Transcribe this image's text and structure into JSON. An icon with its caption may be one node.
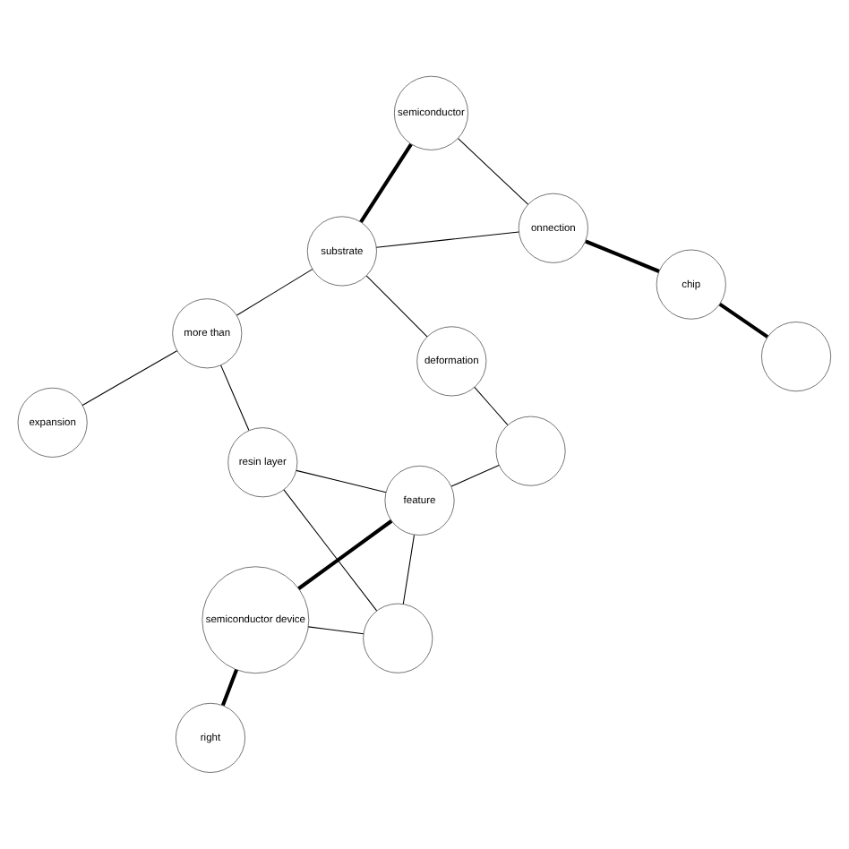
{
  "diagram": {
    "nodes": [
      {
        "text": [
          "substrate"
        ]
      },
      {
        "text": [
          "deformation"
        ]
      },
      {
        "text": [
          "right"
        ]
      },
      {
        "text": [
          "onnection"
        ]
      },
      {
        "text": [
          "semiconductor device"
        ]
      },
      {
        "text": [
          "semiconductor"
        ]
      },
      {
        "text": [],
        "shape": "circle"
      },
      {
        "text": [],
        "shape": "circle"
      },
      {
        "text": [
          "expansion"
        ]
      },
      {
        "text": [
          "feature"
        ]
      },
      {
        "text": [],
        "shape": "circle"
      },
      {
        "text": [
          "chip"
        ]
      },
      {
        "text": [
          "more than"
        ]
      },
      {
        "text": [
          "resin layer"
        ]
      }
    ],
    "edges": [
      {
        "from": 0,
        "to": 1,
        "arrow": "none"
      },
      {
        "from": 0,
        "to": 3,
        "arrow": "none"
      },
      {
        "from": 0,
        "to": 5,
        "arrow": "none",
        "style": "thick"
      },
      {
        "from": 0,
        "to": 12,
        "arrow": "none"
      },
      {
        "from": 3,
        "to": 5,
        "arrow": "none"
      },
      {
        "from": 3,
        "to": 11,
        "arrow": "none",
        "style": "thick"
      },
      {
        "from": 7,
        "to": 11,
        "arrow": "none",
        "style": "thick"
      },
      {
        "from": 1,
        "to": 6,
        "arrow": "none"
      },
      {
        "from": 2,
        "to": 4,
        "arrow": "none",
        "style": "thick"
      },
      {
        "from": 4,
        "to": 9,
        "arrow": "none",
        "style": "thick"
      },
      {
        "from": 4,
        "to": 10,
        "arrow": "none"
      },
      {
        "from": 9,
        "to": 6,
        "arrow": "none"
      },
      {
        "from": 9,
        "to": 10,
        "arrow": "none"
      },
      {
        "from": 9,
        "to": 13,
        "arrow": "none"
      },
      {
        "from": 13,
        "to": 10,
        "arrow": "none"
      },
      {
        "from": 12,
        "to": 13,
        "arrow": "none"
      },
      {
        "from": 8,
        "to": 12,
        "arrow": "none"
      }
    ]
  }
}
